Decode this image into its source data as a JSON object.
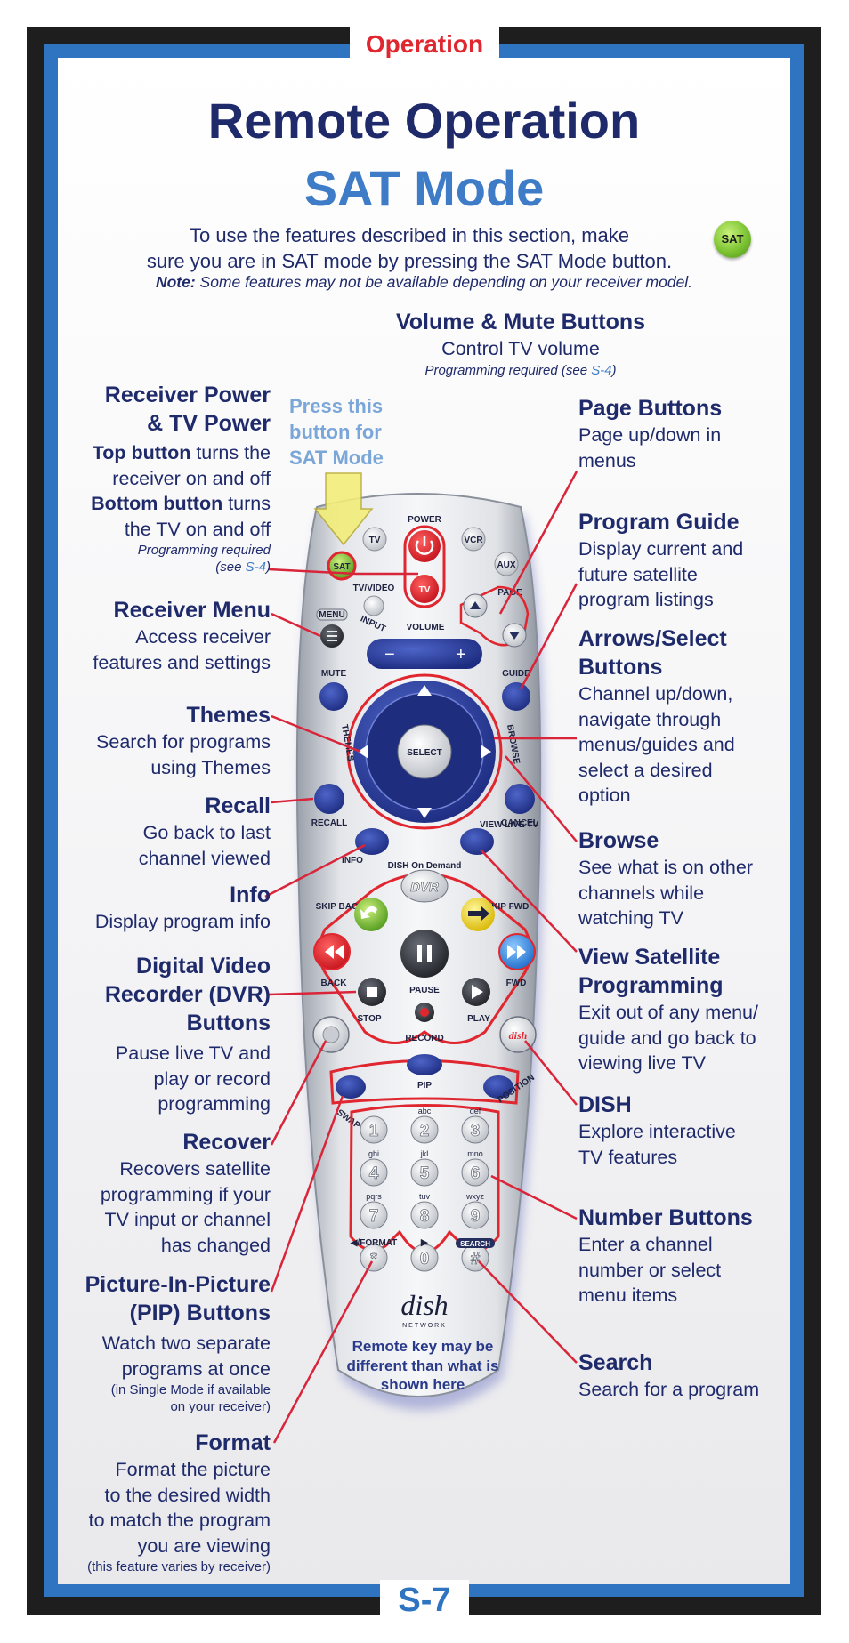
{
  "section_tab": "Operation",
  "page_number": "S-7",
  "title": "Remote Operation",
  "subtitle": "SAT Mode",
  "intro": {
    "line1": "To use the features described in this section, make",
    "line2": "sure you are in SAT mode by pressing the SAT Mode button.",
    "note_label": "Note:",
    "note_text": "Some features may not be available depending on your receiver model."
  },
  "sat_badge": "SAT",
  "press_note": "Press this button for SAT Mode",
  "remote_caption": "Remote key may be different than what is shown here",
  "callouts": {
    "volume_mute": {
      "heading": "Volume & Mute Buttons",
      "desc": "Control TV volume",
      "note_pre": "Programming required (see ",
      "note_ref": "S-4",
      "note_post": ")"
    },
    "receiver_power": {
      "heading1": "Receiver Power",
      "heading2": "& TV Power",
      "top_bold": "Top button",
      "top_text1": " turns the",
      "top_text2": "receiver on and off",
      "bottom_bold": "Bottom button",
      "bottom_text1": " turns",
      "bottom_text2": "the TV on and off",
      "note1": "Programming required",
      "note_pre": "(see ",
      "note_ref": "S-4",
      "note_post": ")"
    },
    "receiver_menu": {
      "heading": "Receiver Menu",
      "desc1": "Access receiver",
      "desc2": "features and settings"
    },
    "themes": {
      "heading": "Themes",
      "desc1": "Search for programs",
      "desc2": "using Themes"
    },
    "recall": {
      "heading": "Recall",
      "desc1": "Go back to last",
      "desc2": "channel viewed"
    },
    "info": {
      "heading": "Info",
      "desc1": "Display program info"
    },
    "dvr": {
      "heading1": "Digital Video",
      "heading2": "Recorder (DVR)",
      "heading3": "Buttons",
      "desc1": "Pause live TV and",
      "desc2": "play or record",
      "desc3": "programming"
    },
    "recover": {
      "heading": "Recover",
      "desc1": "Recovers satellite",
      "desc2": "programming if your",
      "desc3": "TV input or channel",
      "desc4": "has changed"
    },
    "pip": {
      "heading1": "Picture-In-Picture",
      "heading2": "(PIP) Buttons",
      "desc1": "Watch two separate",
      "desc2": "programs at once",
      "note1": "(in Single Mode if available",
      "note2": "on your receiver)"
    },
    "format": {
      "heading": "Format",
      "desc1": "Format the picture",
      "desc2": "to the desired width",
      "desc3": "to match the program",
      "desc4": "you are viewing",
      "note1": "(this feature varies by receiver)"
    },
    "page": {
      "heading": "Page Buttons",
      "desc1": "Page up/down in",
      "desc2": "menus"
    },
    "guide": {
      "heading": "Program Guide",
      "desc1": "Display current and",
      "desc2": "future satellite",
      "desc3": "program listings"
    },
    "arrows": {
      "heading1": "Arrows/Select",
      "heading2": "Buttons",
      "desc1": "Channel up/down,",
      "desc2": "navigate through",
      "desc3": "menus/guides and",
      "desc4": "select a desired",
      "desc5": "option"
    },
    "browse": {
      "heading": "Browse",
      "desc1": "See what is on other",
      "desc2": "channels while",
      "desc3": "watching TV"
    },
    "view_sat": {
      "heading1": "View Satellite",
      "heading2": "Programming",
      "desc1": "Exit out of any menu/",
      "desc2": "guide and go back to",
      "desc3": "viewing live TV"
    },
    "dish": {
      "heading": "DISH",
      "desc1": "Explore interactive",
      "desc2": "TV features"
    },
    "number": {
      "heading": "Number Buttons",
      "desc1": "Enter a channel",
      "desc2": "number or select",
      "desc3": "menu items"
    },
    "search": {
      "heading": "Search",
      "desc1": "Search for a program"
    }
  },
  "remote_labels": {
    "power": "POWER",
    "tv": "TV",
    "vcr": "VCR",
    "aux": "AUX",
    "sat": "SAT",
    "tv_video": "TV/VIDEO",
    "input": "INPUT",
    "menu": "MENU",
    "volume": "VOLUME",
    "page": "PAGE",
    "mute": "MUTE",
    "guide": "GUIDE",
    "select": "SELECT",
    "themes": "THEMES",
    "browse": "BROWSE",
    "recall": "RECALL",
    "cancel": "CANCEL",
    "info": "INFO",
    "view_live_tv": "VIEW LIVE TV",
    "dish_on_demand": "DISH On Demand",
    "dvr": "DVR",
    "skip_back": "SKIP BACK",
    "skip_fwd": "SKIP FWD",
    "back": "BACK",
    "fwd": "FWD",
    "stop": "STOP",
    "pause": "PAUSE",
    "play": "PLAY",
    "record": "RECORD",
    "pip": "PIP",
    "swap": "SWAP",
    "position": "POSITION",
    "format": "◀/FORMAT",
    "search": "SEARCH",
    "brand": "dish",
    "brand_sub": "NETWORK",
    "keys": [
      "1",
      "2",
      "3",
      "4",
      "5",
      "6",
      "7",
      "8",
      "9",
      "*",
      "0",
      "#"
    ],
    "key_letters": [
      "",
      "abc",
      "def",
      "ghi",
      "jkl",
      "mno",
      "pqrs",
      "tuv",
      "wxyz",
      "",
      "",
      ""
    ]
  },
  "colors": {
    "navy": "#1f2a6b",
    "red": "#e0262f",
    "blue": "#2f74c0",
    "light_blue": "#7ba7d8",
    "leader": "#d9253a"
  }
}
